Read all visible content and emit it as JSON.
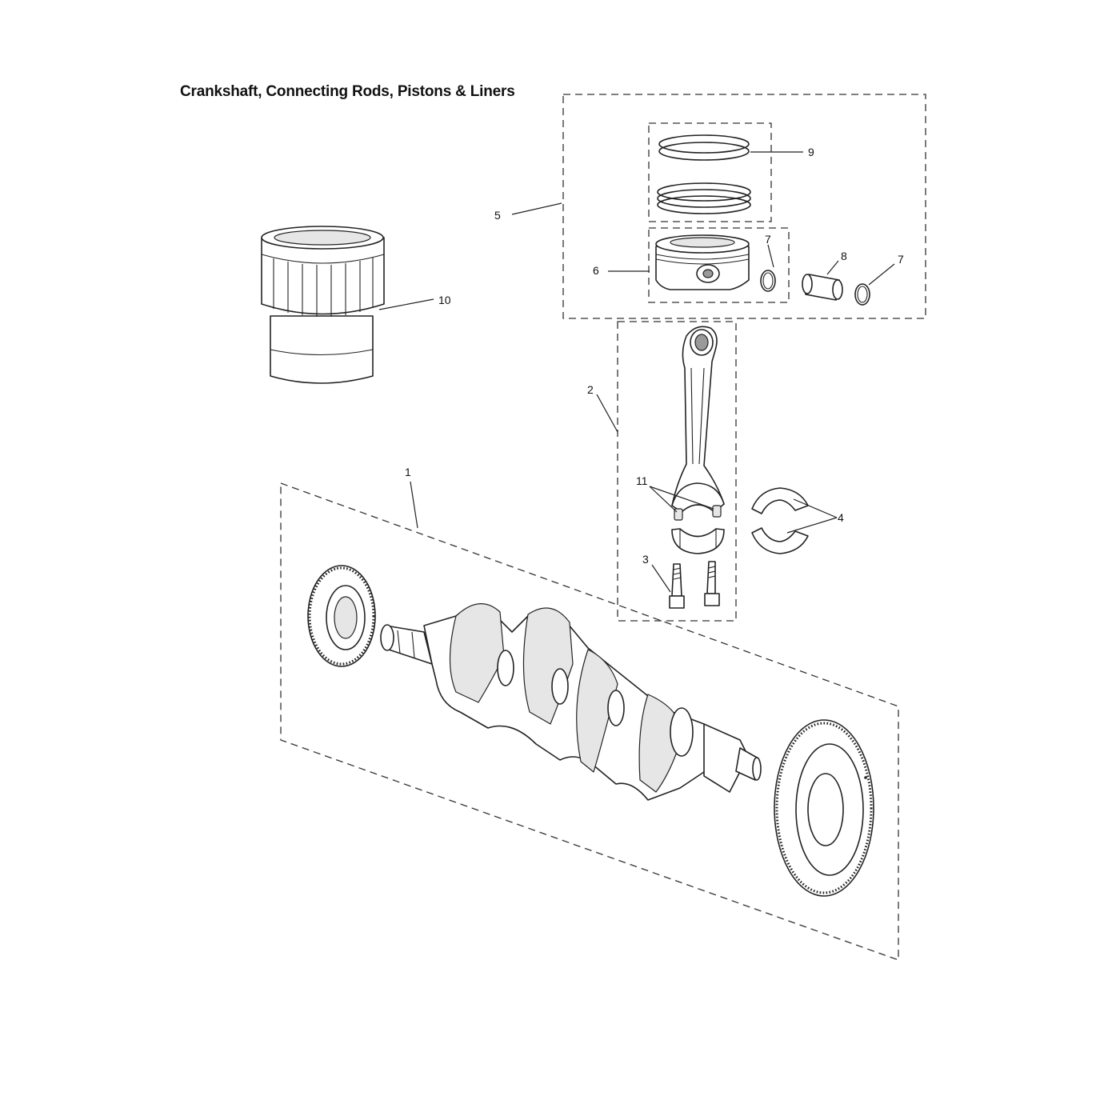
{
  "title": "Crankshaft, Connecting Rods, Pistons & Liners",
  "callouts": {
    "c1": "1",
    "c2": "2",
    "c3": "3",
    "c4": "4",
    "c5": "5",
    "c6": "6",
    "c7a": "7",
    "c7b": "7",
    "c8": "8",
    "c9": "9",
    "c10": "10",
    "c11": "11"
  }
}
